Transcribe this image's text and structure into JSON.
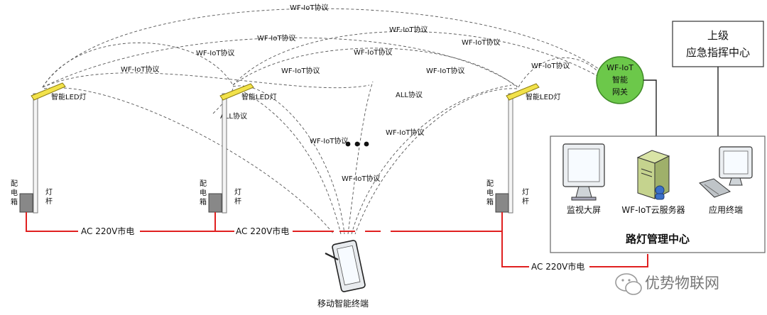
{
  "protocol_label": "WF-IoT协议",
  "all_protocol_label": "ALL协议",
  "lamp_label": "智能LED灯",
  "power_box_label": "配电箱",
  "pole_label": "灯杆",
  "power_line_label": "AC 220V市电",
  "gateway_label": [
    "WF-IoT",
    "智能",
    "网关"
  ],
  "upper_center_label": [
    "上级",
    "应急指挥中心"
  ],
  "management_center_label": "路灯管理中心",
  "monitor_label": "监视大屏",
  "server_label": "WF-IoT云服务器",
  "terminal_label": "应用终端",
  "mobile_label": "移动智能终端",
  "watermark_label": "优势物联网"
}
